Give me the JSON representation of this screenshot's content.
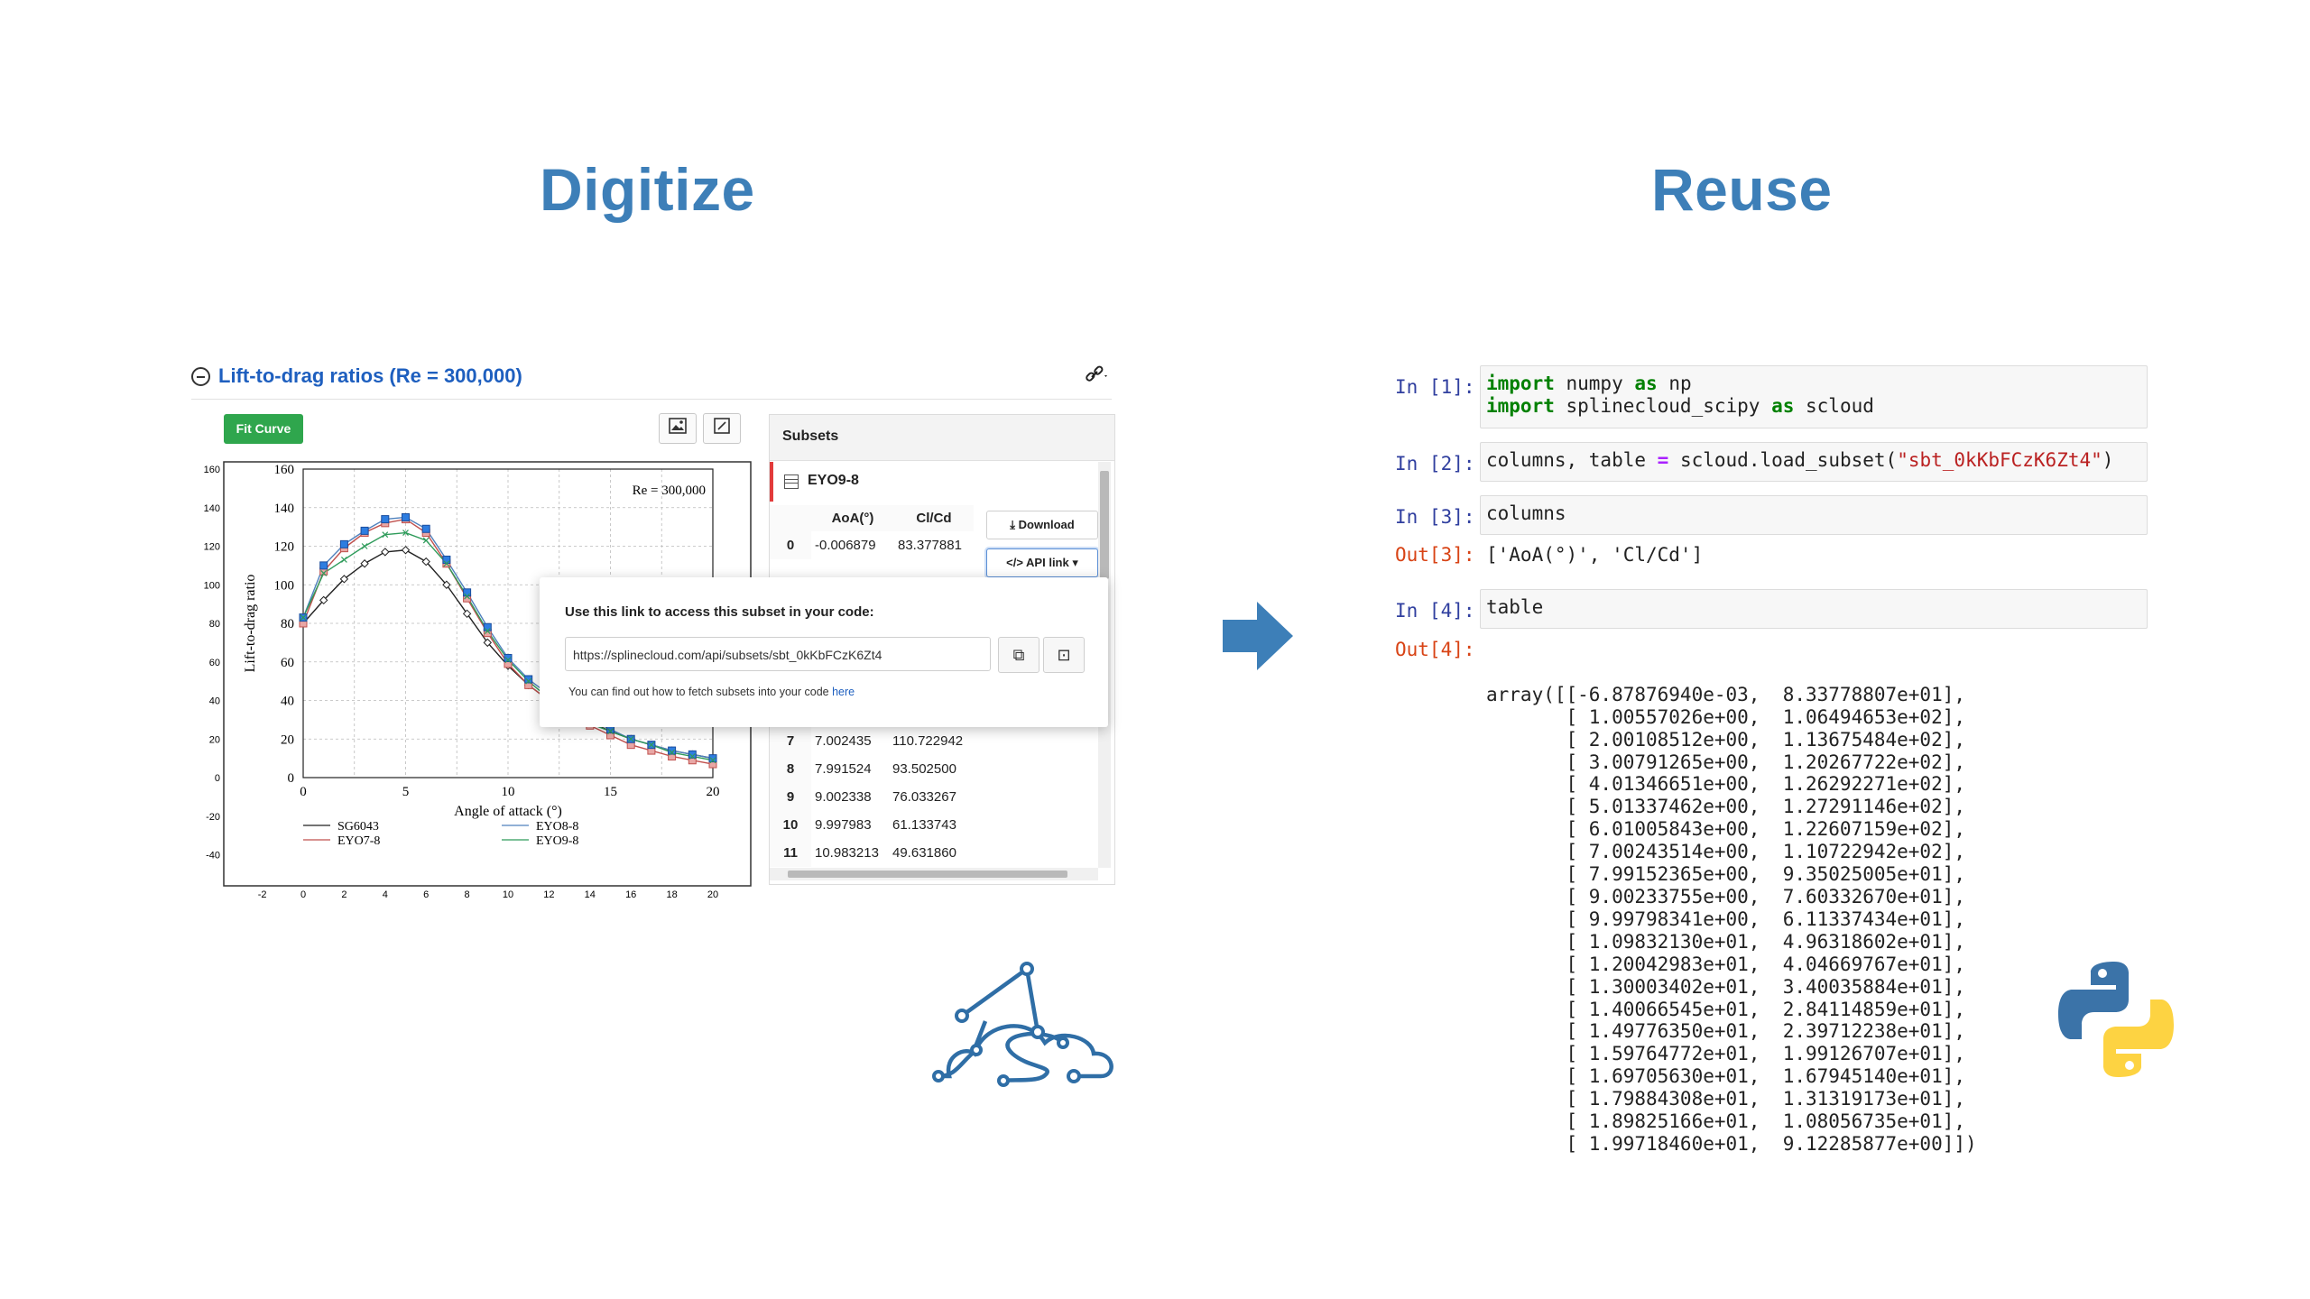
{
  "headings": {
    "left": "Digitize",
    "right": "Reuse"
  },
  "panel": {
    "title": "Lift-to-drag ratios (Re = 300,000)",
    "link_icon": "link-icon",
    "fit_curve_label": "Fit Curve",
    "toolbar_icons": [
      "image-icon",
      "resize-icon"
    ]
  },
  "chart_data": {
    "type": "line",
    "annotation": "Re = 300,000",
    "xlabel": "Angle of attack (°)",
    "ylabel": "Lift-to-drag ratio",
    "xlim": [
      0,
      20
    ],
    "ylim": [
      0,
      160
    ],
    "x_ticks": [
      "0",
      "5",
      "10",
      "15",
      "20"
    ],
    "y_ticks": [
      "0",
      "20",
      "40",
      "60",
      "80",
      "100",
      "120",
      "140",
      "160"
    ],
    "outer_x_ticks": [
      "-2",
      "0",
      "2",
      "4",
      "6",
      "8",
      "10",
      "12",
      "14",
      "16",
      "18",
      "20"
    ],
    "outer_y_ticks": [
      "-40",
      "-20",
      "0",
      "20",
      "40",
      "60",
      "80",
      "100",
      "120",
      "140",
      "160"
    ],
    "x": [
      0,
      1,
      2,
      3,
      4,
      5,
      6,
      7,
      8,
      9,
      10,
      11,
      12,
      13,
      14,
      15,
      16,
      17,
      18,
      19,
      20
    ],
    "series": [
      {
        "name": "SG6043",
        "marker": "diamond",
        "color": "#222222",
        "values": [
          80,
          92,
          103,
          111,
          117,
          118,
          112,
          100,
          85,
          70,
          58,
          48,
          40,
          34,
          29,
          24,
          20,
          17,
          14,
          12,
          10
        ]
      },
      {
        "name": "EYO7-8",
        "marker": "square",
        "color": "#c0504d",
        "values": [
          80,
          107,
          119,
          127,
          132,
          134,
          127,
          111,
          93,
          75,
          59,
          48,
          40,
          33,
          27,
          22,
          17,
          14,
          11,
          9,
          7
        ]
      },
      {
        "name": "EYO8-8",
        "marker": "triangle",
        "color": "#4f81bd",
        "values": [
          83,
          110,
          121,
          128,
          134,
          135,
          129,
          113,
          96,
          78,
          62,
          51,
          43,
          36,
          30,
          25,
          20,
          17,
          14,
          12,
          10
        ]
      },
      {
        "name": "EYO9-8",
        "marker": "x",
        "color": "#2e9b5a",
        "values": [
          83,
          106,
          113,
          120,
          126,
          127,
          123,
          111,
          94,
          76,
          61,
          50,
          41,
          34,
          28,
          24,
          20,
          17,
          13,
          11,
          9
        ]
      }
    ],
    "legend": "bottom"
  },
  "subsets": {
    "header": "Subsets",
    "active_name": "EYO9-8",
    "columns": [
      "AoA(°)",
      "Cl/Cd"
    ],
    "download_label": "Download",
    "api_link_label": "API link",
    "rows_top": [
      {
        "idx": "0",
        "aoa": "-0.006879",
        "clcd": "83.377881"
      }
    ],
    "rows_bottom": [
      {
        "idx": "7",
        "aoa": "7.002435",
        "clcd": "110.722942"
      },
      {
        "idx": "8",
        "aoa": "7.991524",
        "clcd": "93.502500"
      },
      {
        "idx": "9",
        "aoa": "9.002338",
        "clcd": "76.033267"
      },
      {
        "idx": "10",
        "aoa": "9.997983",
        "clcd": "61.133743"
      },
      {
        "idx": "11",
        "aoa": "10.983213",
        "clcd": "49.631860"
      }
    ]
  },
  "popup": {
    "title": "Use this link to access this subset in your code:",
    "url": "https://splinecloud.com/api/subsets/sbt_0kKbFCzK6Zt4",
    "note": "You can find out how to fetch subsets into your code",
    "note_link": "here"
  },
  "notebook": {
    "in1": "In [1]:",
    "in2": "In [2]:",
    "in3": "In [3]:",
    "in4": "In [4]:",
    "out3": "Out[3]:",
    "out4": "Out[4]:",
    "cell1_line1": {
      "kw1": "import",
      "mod": " numpy ",
      "kw2": "as",
      "alias": " np"
    },
    "cell1_line2": {
      "kw1": "import",
      "mod": " splinecloud_scipy ",
      "kw2": "as",
      "alias": " scloud"
    },
    "cell2": {
      "pre": "columns, table ",
      "op": "=",
      "mid": " scloud.load_subset(",
      "str": "\"sbt_0kKbFCzK6Zt4\"",
      "post": ")"
    },
    "cell3": "columns",
    "out3_text": "['AoA(°)', 'Cl/Cd']",
    "cell4": "table",
    "out4_lines": [
      "array([[-6.87876940e-03,  8.33778807e+01],",
      "       [ 1.00557026e+00,  1.06494653e+02],",
      "       [ 2.00108512e+00,  1.13675484e+02],",
      "       [ 3.00791265e+00,  1.20267722e+02],",
      "       [ 4.01346651e+00,  1.26292271e+02],",
      "       [ 5.01337462e+00,  1.27291146e+02],",
      "       [ 6.01005843e+00,  1.22607159e+02],",
      "       [ 7.00243514e+00,  1.10722942e+02],",
      "       [ 7.99152365e+00,  9.35025005e+01],",
      "       [ 9.00233755e+00,  7.60332670e+01],",
      "       [ 9.99798341e+00,  6.11337434e+01],",
      "       [ 1.09832130e+01,  4.96318602e+01],",
      "       [ 1.20042983e+01,  4.04669767e+01],",
      "       [ 1.30003402e+01,  3.40035884e+01],",
      "       [ 1.40066545e+01,  2.84114859e+01],",
      "       [ 1.49776350e+01,  2.39712238e+01],",
      "       [ 1.59764772e+01,  1.99126707e+01],",
      "       [ 1.69705630e+01,  1.67945140e+01],",
      "       [ 1.79884308e+01,  1.31319173e+01],",
      "       [ 1.89825166e+01,  1.08056735e+01],",
      "       [ 1.99718460e+01,  9.12285877e+00]])"
    ]
  },
  "colors": {
    "heading": "#3d7fb8",
    "arrow": "#3d7fb8",
    "fit_button": "#2fa64d",
    "title_link": "#1e5fbf",
    "active_marker": "#e23b3b"
  }
}
